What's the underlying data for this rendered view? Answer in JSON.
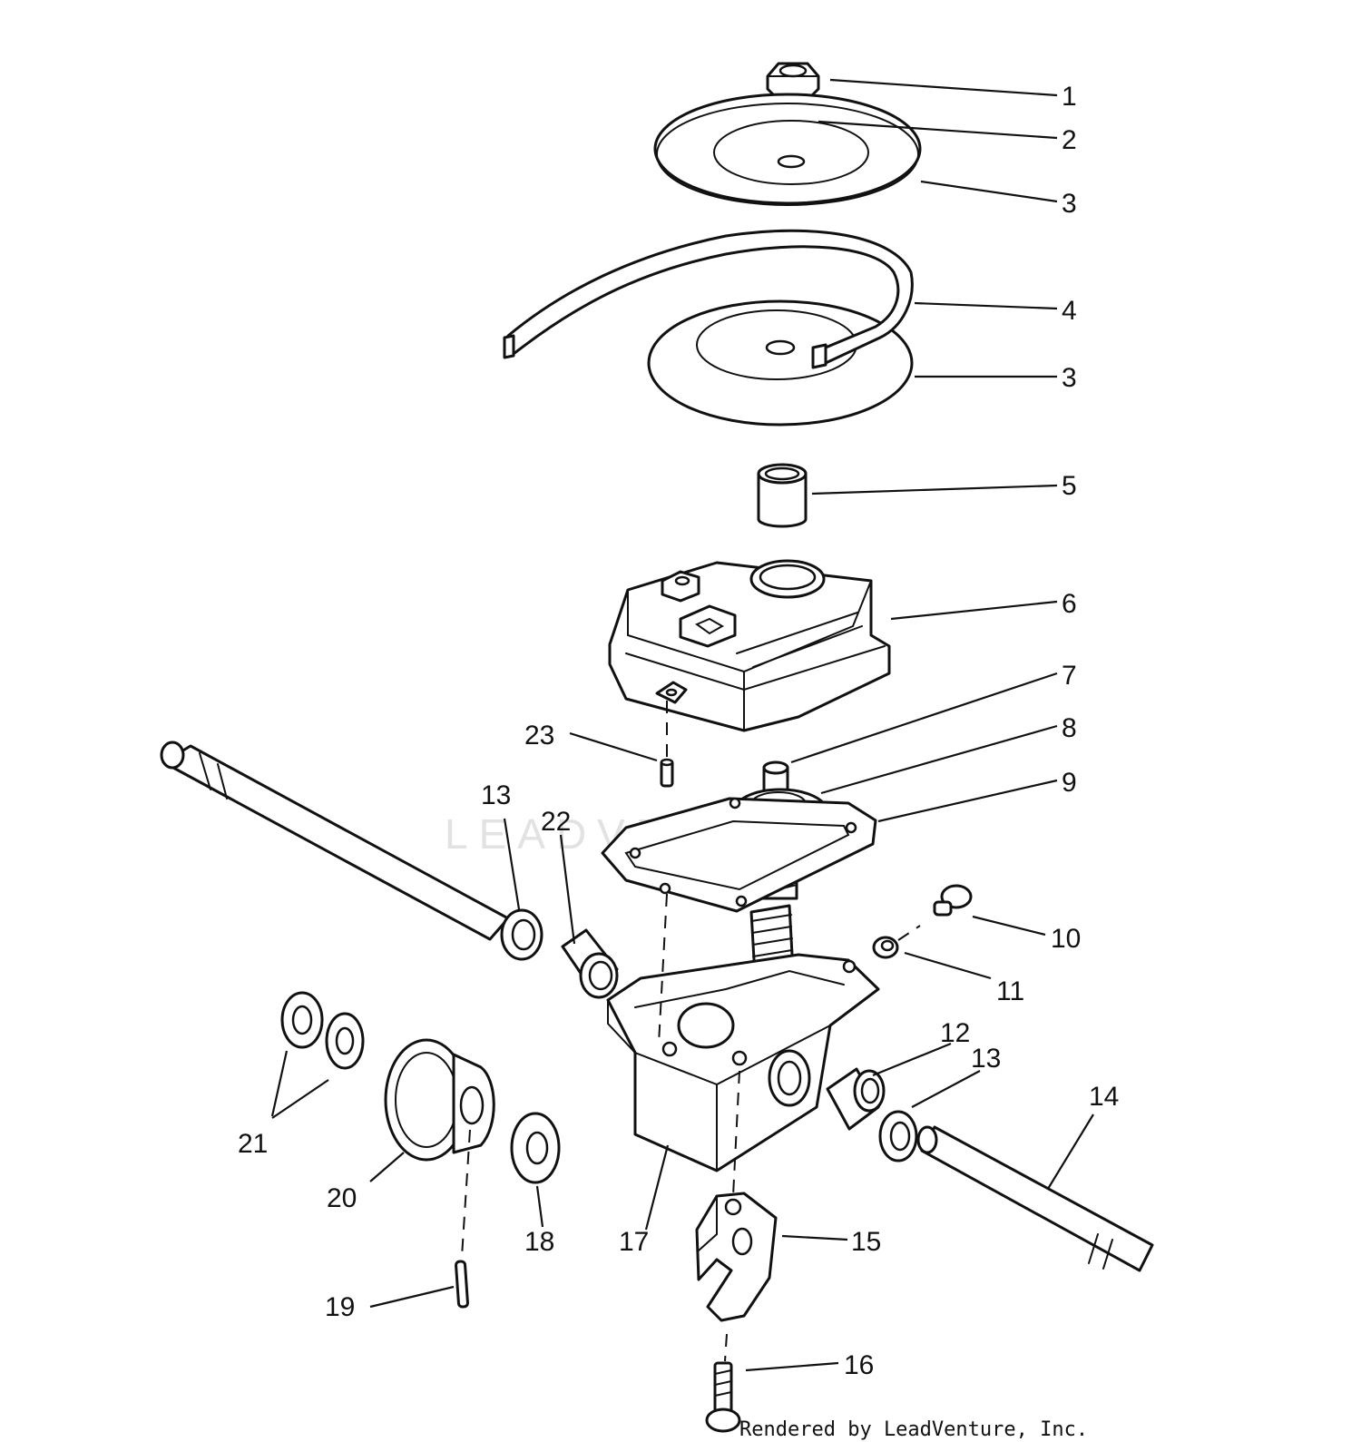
{
  "diagram": {
    "watermark": "LEADVENTURE",
    "credit": "Rendered by LeadVenture, Inc.",
    "callouts": [
      {
        "id": "c1",
        "label": "1"
      },
      {
        "id": "c2",
        "label": "2"
      },
      {
        "id": "c3a",
        "label": "3"
      },
      {
        "id": "c4",
        "label": "4"
      },
      {
        "id": "c3b",
        "label": "3"
      },
      {
        "id": "c5",
        "label": "5"
      },
      {
        "id": "c6",
        "label": "6"
      },
      {
        "id": "c7",
        "label": "7"
      },
      {
        "id": "c8",
        "label": "8"
      },
      {
        "id": "c9",
        "label": "9"
      },
      {
        "id": "c10",
        "label": "10"
      },
      {
        "id": "c11",
        "label": "11"
      },
      {
        "id": "c12",
        "label": "12"
      },
      {
        "id": "c13a",
        "label": "13"
      },
      {
        "id": "c13b",
        "label": "13"
      },
      {
        "id": "c14",
        "label": "14"
      },
      {
        "id": "c15",
        "label": "15"
      },
      {
        "id": "c16",
        "label": "16"
      },
      {
        "id": "c17",
        "label": "17"
      },
      {
        "id": "c18",
        "label": "18"
      },
      {
        "id": "c19",
        "label": "19"
      },
      {
        "id": "c20",
        "label": "20"
      },
      {
        "id": "c21",
        "label": "21"
      },
      {
        "id": "c22",
        "label": "22"
      },
      {
        "id": "c23",
        "label": "23"
      }
    ]
  }
}
